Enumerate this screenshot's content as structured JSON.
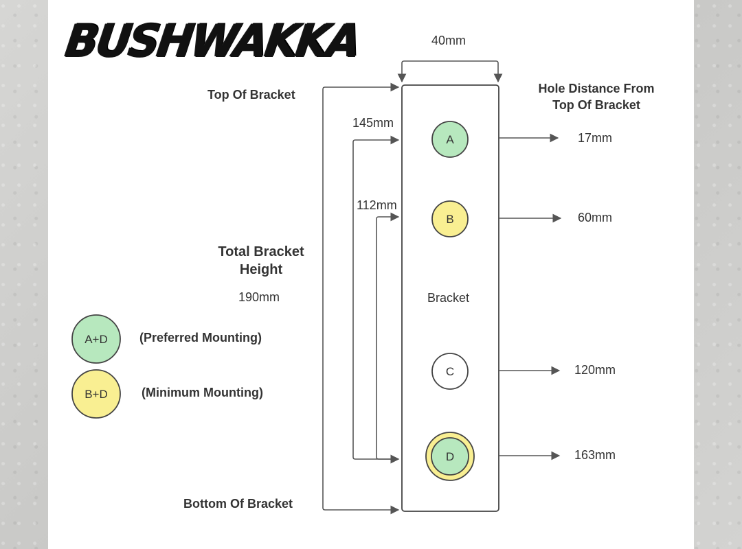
{
  "logo": {
    "text": "BUSHWAKKA"
  },
  "width_label": "40mm",
  "hole_distance_title": {
    "line1": "Hole Distance From",
    "line2": "Top Of Bracket"
  },
  "top_of_bracket": "Top Of Bracket",
  "bottom_of_bracket": "Bottom Of Bracket",
  "total_height": {
    "line1": "Total Bracket",
    "line2": "Height",
    "value": "190mm"
  },
  "span_labels": {
    "a_to_d": "145mm",
    "b_to_d": "112mm"
  },
  "bracket_label": "Bracket",
  "holes": [
    {
      "id": "A",
      "distance": "17mm",
      "color": "#b7e8be"
    },
    {
      "id": "B",
      "distance": "60mm",
      "color": "#f9ef92"
    },
    {
      "id": "C",
      "distance": "120mm",
      "color": "#ffffff"
    },
    {
      "id": "D",
      "distance": "163mm",
      "color": "#b7e8be",
      "ring_color": "#f9ef92"
    }
  ],
  "legend": [
    {
      "badge": "A+D",
      "label": "(Preferred Mounting)",
      "color": "#b7e8be"
    },
    {
      "badge": "B+D",
      "label": "(Minimum Mounting)",
      "color": "#f9ef92"
    }
  ],
  "colors": {
    "line": "#555555",
    "text": "#333333",
    "green": "#b7e8be",
    "yellow": "#f9ef92"
  }
}
